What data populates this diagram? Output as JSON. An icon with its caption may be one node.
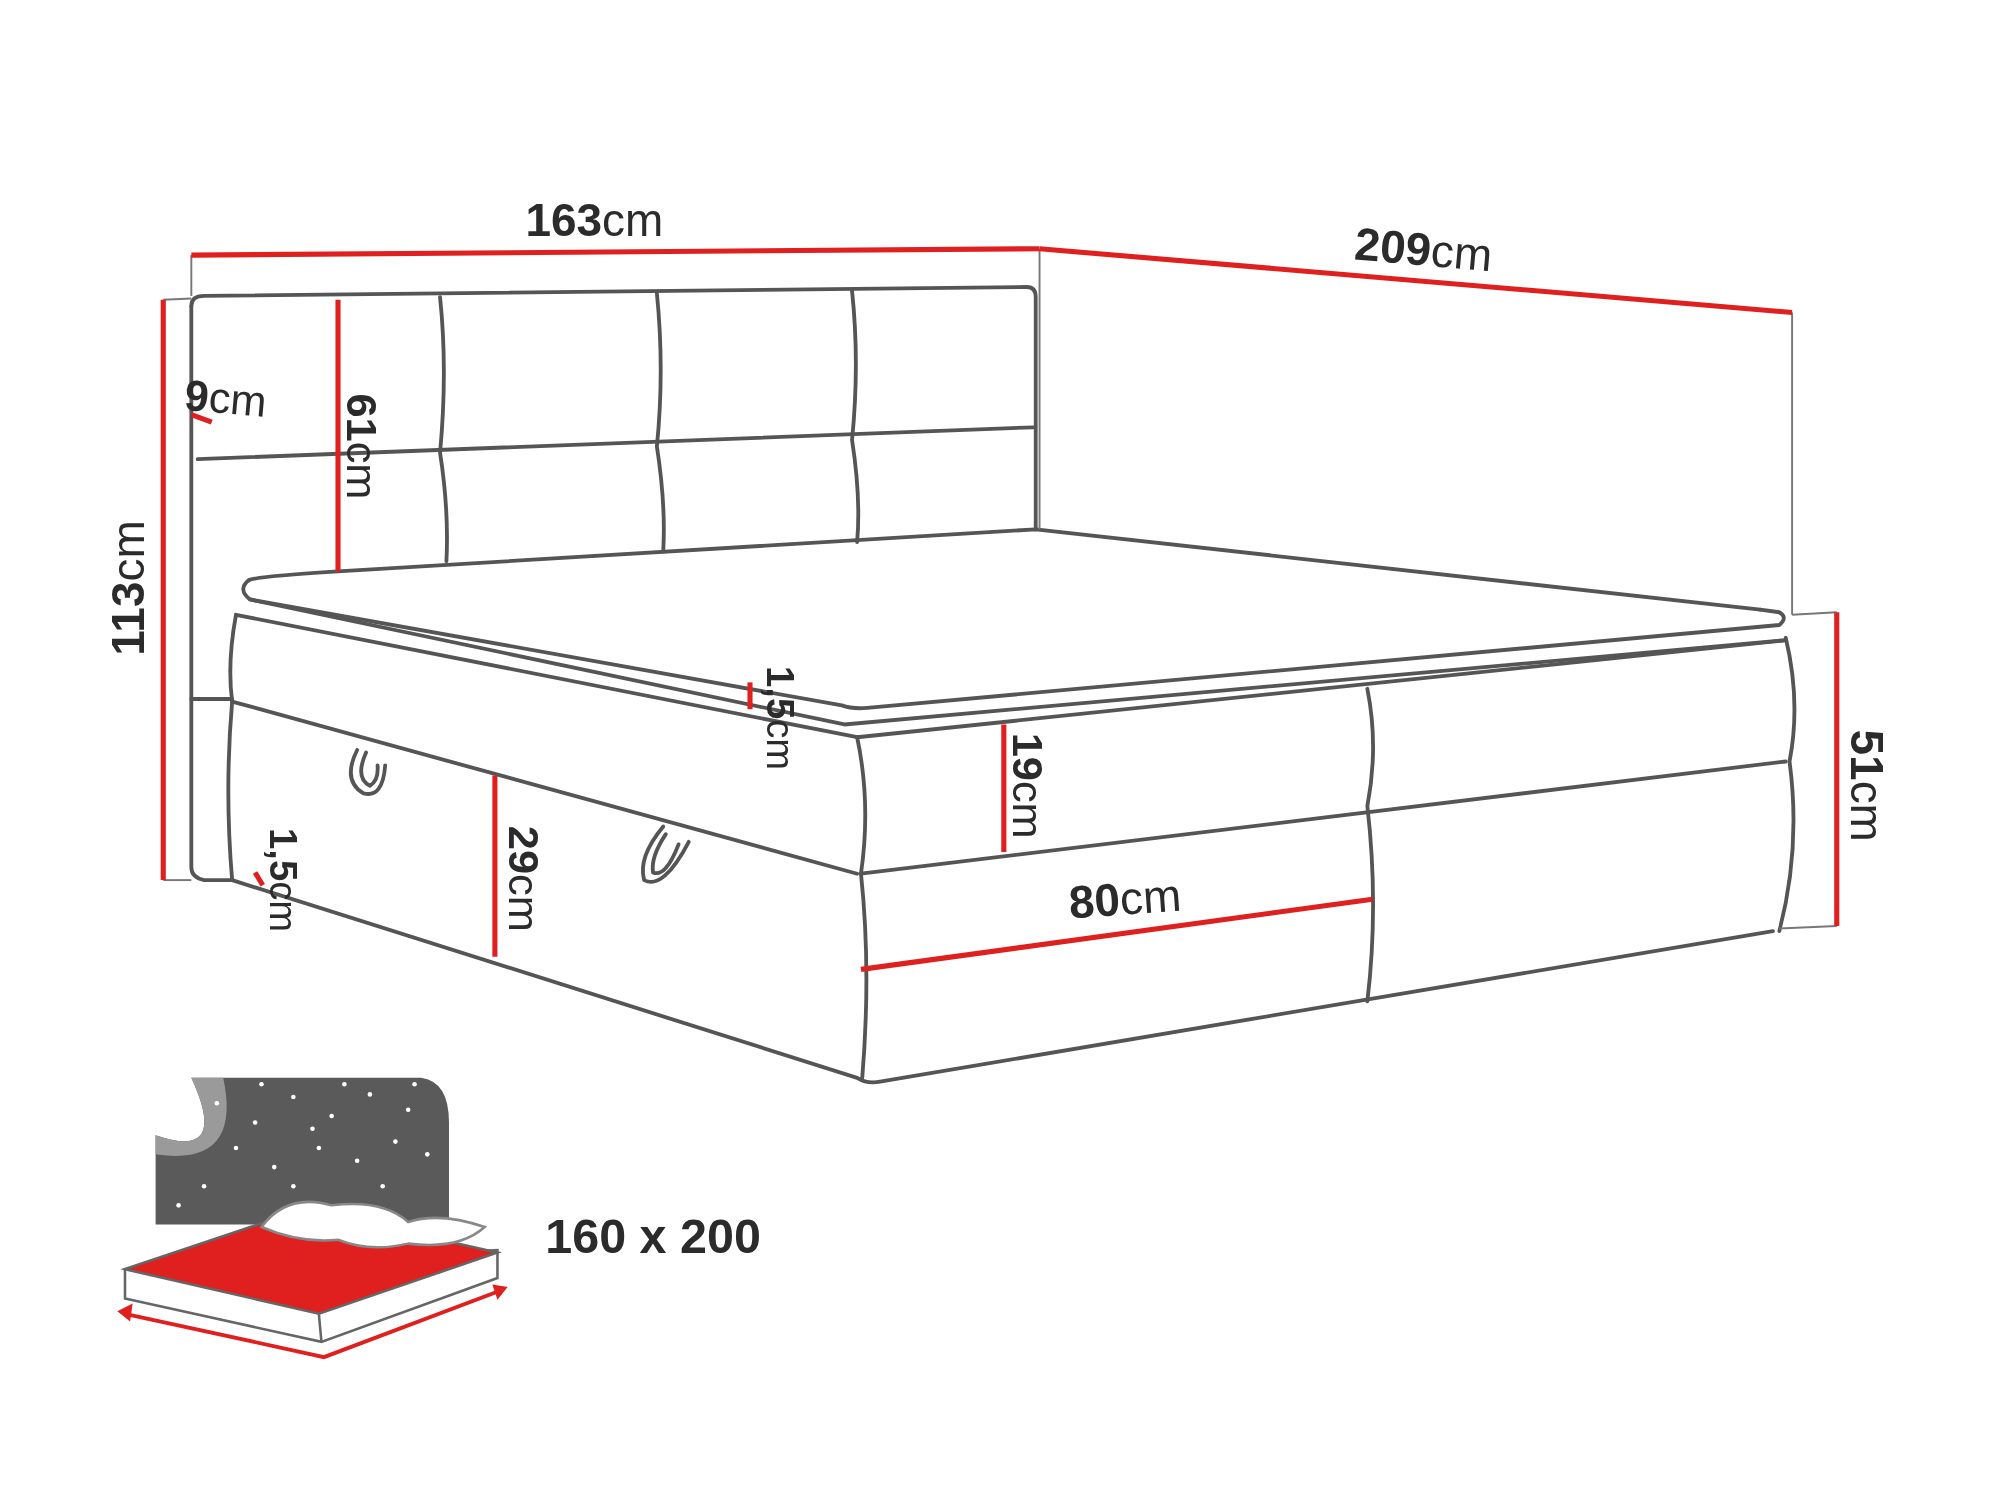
{
  "diagram": {
    "labels": [
      "**163**cm",
      "**209**cm",
      "**9**cm",
      "**61**cm",
      "**113**cm",
      "**1,5**cm",
      "**51**cm",
      "**19**cm",
      "**1,5**cm",
      "**29**cm",
      "**80**cm",
      "160 x 200"
    ]
  }
}
